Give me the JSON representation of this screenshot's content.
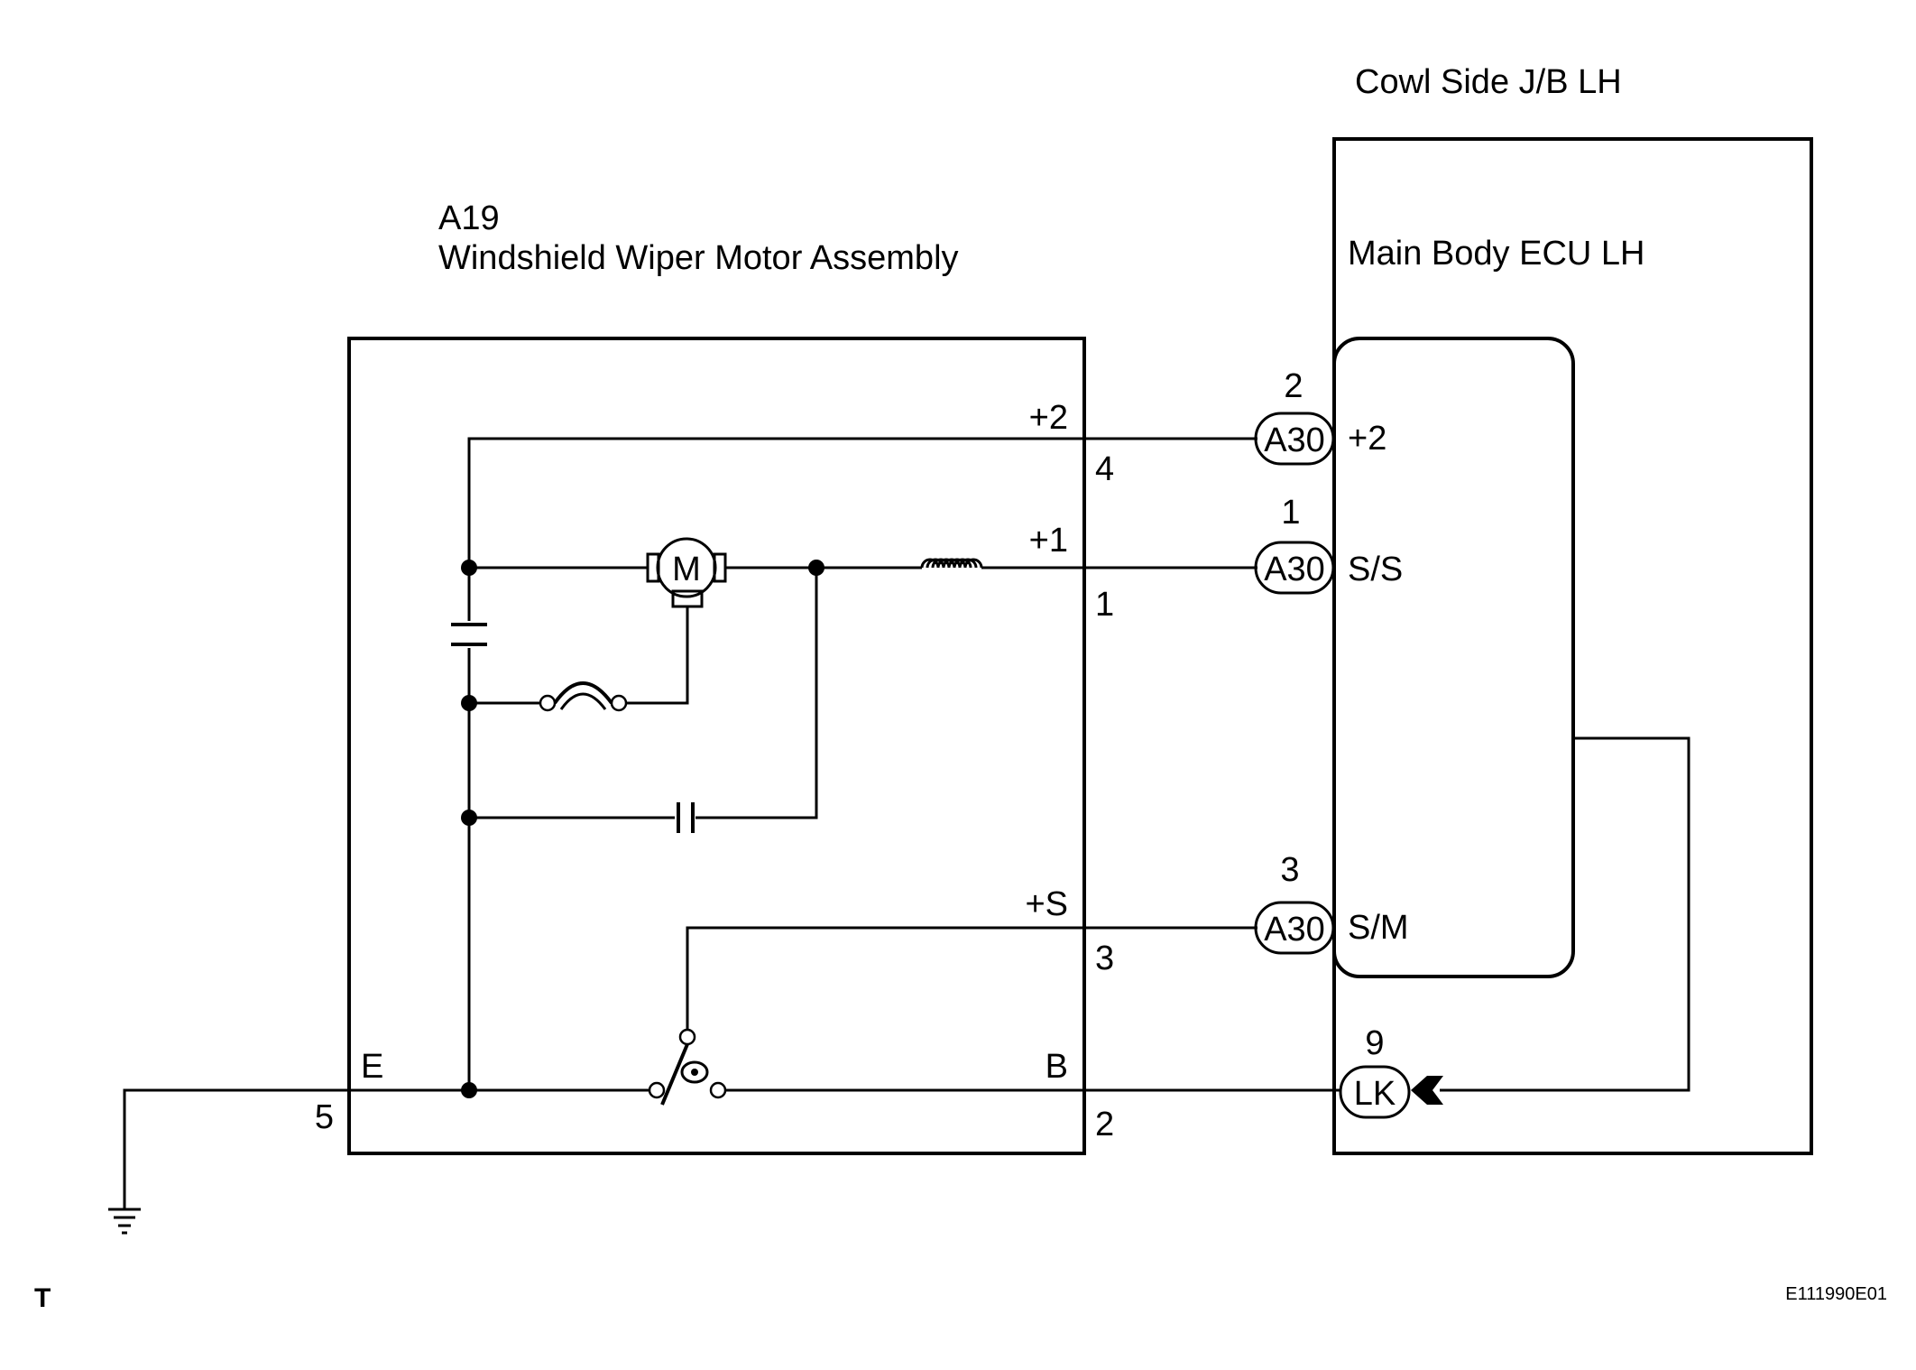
{
  "junction_block": {
    "title": "Cowl Side J/B LH"
  },
  "ecu": {
    "title": "Main Body ECU LH"
  },
  "motor_assembly": {
    "code": "A19",
    "title": "Windshield Wiper Motor Assembly"
  },
  "motor_symbol": {
    "letter": "M"
  },
  "motor_terminals": [
    {
      "signal": "+2",
      "pin": "4"
    },
    {
      "signal": "+1",
      "pin": "1"
    },
    {
      "signal": "+S",
      "pin": "3"
    },
    {
      "signal": "B",
      "pin": "2"
    },
    {
      "signal": "E",
      "pin": "5"
    }
  ],
  "ecu_connectors": [
    {
      "connector": "A30",
      "pin": "2",
      "signal": "+2"
    },
    {
      "connector": "A30",
      "pin": "1",
      "signal": "S/S"
    },
    {
      "connector": "A30",
      "pin": "3",
      "signal": "S/M"
    }
  ],
  "lk_connector": {
    "connector": "LK",
    "pin": "9"
  },
  "corner_mark": "T",
  "figure_id": "E111990E01"
}
